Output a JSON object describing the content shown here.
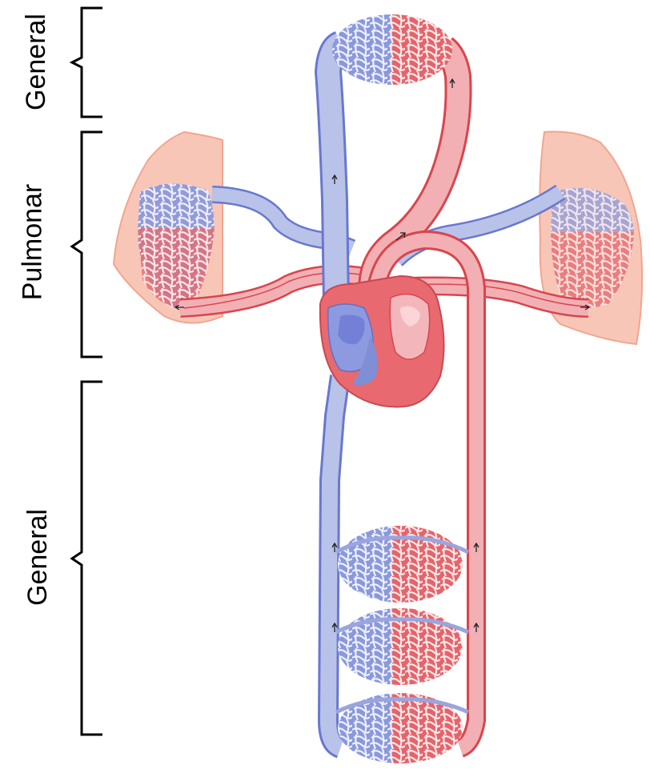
{
  "labels": {
    "top": "General",
    "middle": "Pulmonar",
    "bottom": "General"
  },
  "colors": {
    "deoxygenated": "#7f8fd6",
    "deoxygenated_fill": "#b9c2e8",
    "oxygenated": "#e3555d",
    "oxygenated_fill": "#f2b0b4",
    "lung": "#f9c4b5",
    "heart": "#e8696f"
  }
}
